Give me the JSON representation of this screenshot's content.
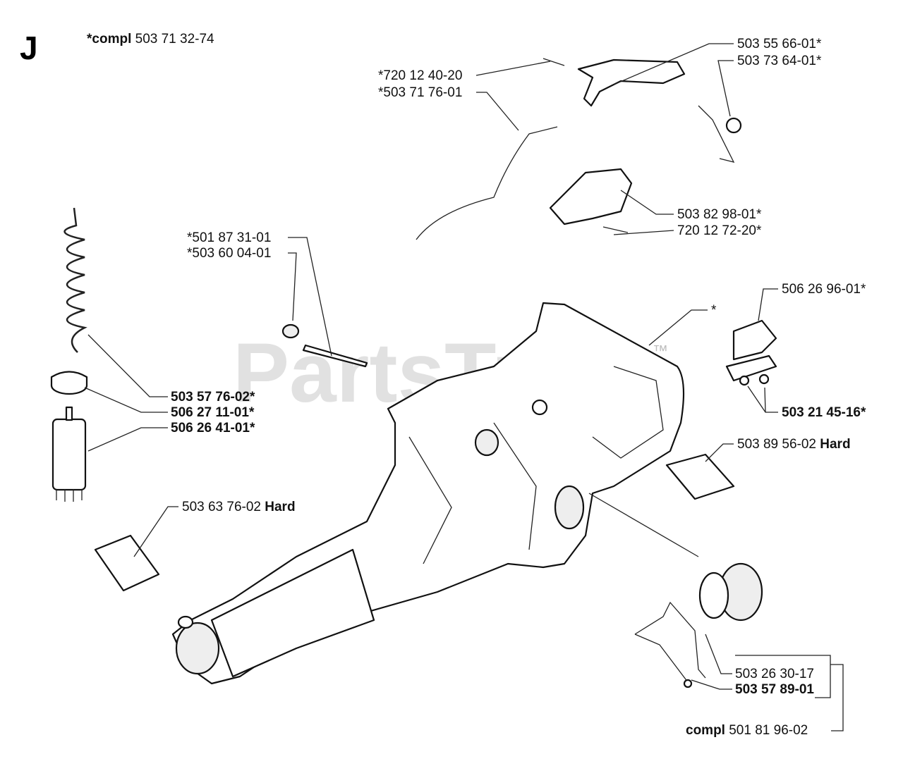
{
  "section_letter": "J",
  "watermark": {
    "text": "PartsTree",
    "tm": "™"
  },
  "labels": [
    {
      "id": "compl-assembly",
      "parts": [
        {
          "t": "*compl",
          "bold": true
        },
        {
          "t": " 503 71 32-74"
        }
      ]
    },
    {
      "id": "503-55-66-01",
      "parts": [
        {
          "t": "503 55 66-01*"
        }
      ]
    },
    {
      "id": "503-73-64-01",
      "parts": [
        {
          "t": "503 73 64-01*"
        }
      ]
    },
    {
      "id": "720-12-40-20",
      "parts": [
        {
          "t": "*720 12 40-20"
        }
      ]
    },
    {
      "id": "503-71-76-01",
      "parts": [
        {
          "t": "*503 71 76-01"
        }
      ]
    },
    {
      "id": "503-82-98-01",
      "parts": [
        {
          "t": "503 82 98-01*"
        }
      ]
    },
    {
      "id": "720-12-72-20",
      "parts": [
        {
          "t": "720 12 72-20*"
        }
      ]
    },
    {
      "id": "501-87-31-01",
      "parts": [
        {
          "t": "*501 87 31-01"
        }
      ]
    },
    {
      "id": "503-60-04-01",
      "parts": [
        {
          "t": "*503 60 04-01"
        }
      ]
    },
    {
      "id": "506-26-96-01",
      "parts": [
        {
          "t": "506 26 96-01*"
        }
      ]
    },
    {
      "id": "housing-star",
      "parts": [
        {
          "t": "*"
        }
      ]
    },
    {
      "id": "503-57-76-02",
      "parts": [
        {
          "t": "503 57 76-02*",
          "bold": true
        }
      ]
    },
    {
      "id": "506-27-11-01",
      "parts": [
        {
          "t": "506 27 11-01*",
          "bold": true
        }
      ]
    },
    {
      "id": "506-26-41-01",
      "parts": [
        {
          "t": "506 26 41-01*",
          "bold": true
        }
      ]
    },
    {
      "id": "503-21-45-16",
      "parts": [
        {
          "t": "503 21 45-16*",
          "bold": true
        }
      ]
    },
    {
      "id": "503-89-56-02",
      "parts": [
        {
          "t": "503 89 56-02 "
        },
        {
          "t": "Hard",
          "bold": true
        }
      ]
    },
    {
      "id": "503-63-76-02",
      "parts": [
        {
          "t": "503 63 76-02 "
        },
        {
          "t": "Hard",
          "bold": true
        }
      ]
    },
    {
      "id": "503-26-30-17",
      "parts": [
        {
          "t": "503 26 30-17"
        }
      ]
    },
    {
      "id": "503-57-89-01",
      "parts": [
        {
          "t": "503 57 89-01",
          "bold": true
        }
      ]
    },
    {
      "id": "compl-501-81-96-02",
      "parts": [
        {
          "t": "compl",
          "bold": true
        },
        {
          "t": " 501 81 96-02"
        }
      ]
    }
  ]
}
